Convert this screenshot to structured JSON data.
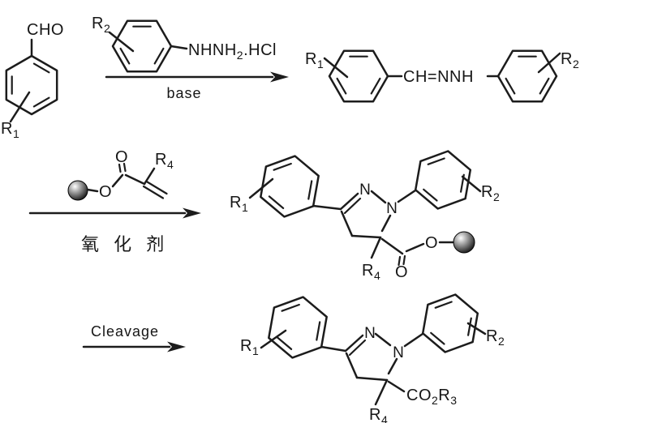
{
  "colors": {
    "background": "#ffffff",
    "ink": "#1c1c1c"
  },
  "row1": {
    "benzaldehyde": {
      "cho": "CHO",
      "r": "R",
      "r_sub": "1"
    },
    "arylhydrazine": {
      "r": "R",
      "r_sub": "2",
      "chain": "NHNH",
      "chain_sub": "2",
      "salt": ".HCl"
    },
    "arrow_label": "base",
    "hydrazone": {
      "r1": "R",
      "r1_sub": "1",
      "linker": "CH=NNH",
      "r2": "R",
      "r2_sub": "2"
    }
  },
  "row2": {
    "acrylate": {
      "o_linker": "O",
      "o_carbonyl": "O",
      "r4": "R",
      "r4_sub": "4"
    },
    "arrow_label": "氧 化 剂",
    "product": {
      "r1": "R",
      "r1_sub": "1",
      "n_top": "N",
      "n_right": "N",
      "r4": "R",
      "r4_sub": "4",
      "o_carbonyl": "O",
      "o_linker": "O",
      "r2": "R",
      "r2_sub": "2"
    }
  },
  "row3": {
    "arrow_label": "Cleavage",
    "product": {
      "r1": "R",
      "r1_sub": "1",
      "n_top": "N",
      "n_right": "N",
      "r4": "R",
      "r4_sub": "4",
      "ester_c": "CO",
      "ester_sub": "2",
      "ester_r": "R",
      "ester_r_sub": "3",
      "r2": "R",
      "r2_sub": "2"
    }
  }
}
